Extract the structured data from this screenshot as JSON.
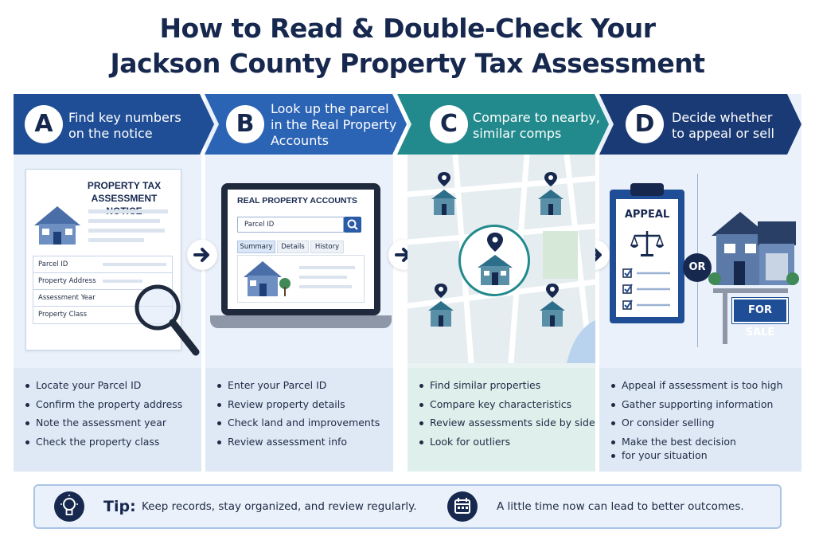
{
  "title": {
    "line1": "How to Read & Double-Check Your",
    "line2": "Jackson County Property Tax Assessment"
  },
  "steps": [
    {
      "letter": "A",
      "heading": [
        "Find key numbers",
        "on the notice"
      ],
      "bullets": [
        "Locate your Parcel ID",
        "Confirm the property address",
        "Note the assessment year",
        "Check the property class"
      ]
    },
    {
      "letter": "B",
      "heading": [
        "Look up the parcel",
        "in the Real Property",
        "Accounts"
      ],
      "bullets": [
        "Enter your Parcel ID",
        "Review property details",
        "Check land and improvements",
        "Review assessment info"
      ]
    },
    {
      "letter": "C",
      "heading": [
        "Compare to nearby,",
        "similar comps"
      ],
      "bullets": [
        "Find similar properties",
        "Compare key characteristics",
        "Review assessments side by side",
        "Look for outliers"
      ]
    },
    {
      "letter": "D",
      "heading": [
        "Decide whether",
        "to appeal or sell"
      ],
      "bullets": [
        "Appeal if assessment is too high",
        "Gather supporting information",
        "Or consider selling",
        "Make the best decision",
        "for your situation"
      ]
    }
  ],
  "notice": {
    "title_line1": "PROPERTY TAX",
    "title_line2": "ASSESSMENT NOTICE",
    "fields": [
      "Parcel ID",
      "Property Address",
      "Assessment Year",
      "Property Class"
    ]
  },
  "accounts": {
    "title": "REAL PROPERTY ACCOUNTS",
    "search_placeholder": "Parcel ID",
    "tabs": [
      "Summary",
      "Details",
      "History"
    ]
  },
  "decide": {
    "appeal_label": "APPEAL",
    "or_label": "OR",
    "for_sale_label": "FOR SALE"
  },
  "tip": {
    "label": "Tip:",
    "text1": "Keep records, stay organized, and review regularly.",
    "text2": "A little time now can lead to better outcomes."
  },
  "colors": {
    "navy": "#17284f",
    "blue_a": "#1f4e96",
    "blue_b": "#2b63b5",
    "teal_c": "#228a8c",
    "navy_d": "#1a3a75"
  },
  "icons": [
    "house-icon",
    "magnifier-icon",
    "laptop-icon",
    "search-icon",
    "map-pin-icon",
    "clipboard-icon",
    "scales-icon",
    "checkbox-icon",
    "lightbulb-icon",
    "calendar-icon",
    "arrow-right-icon"
  ]
}
